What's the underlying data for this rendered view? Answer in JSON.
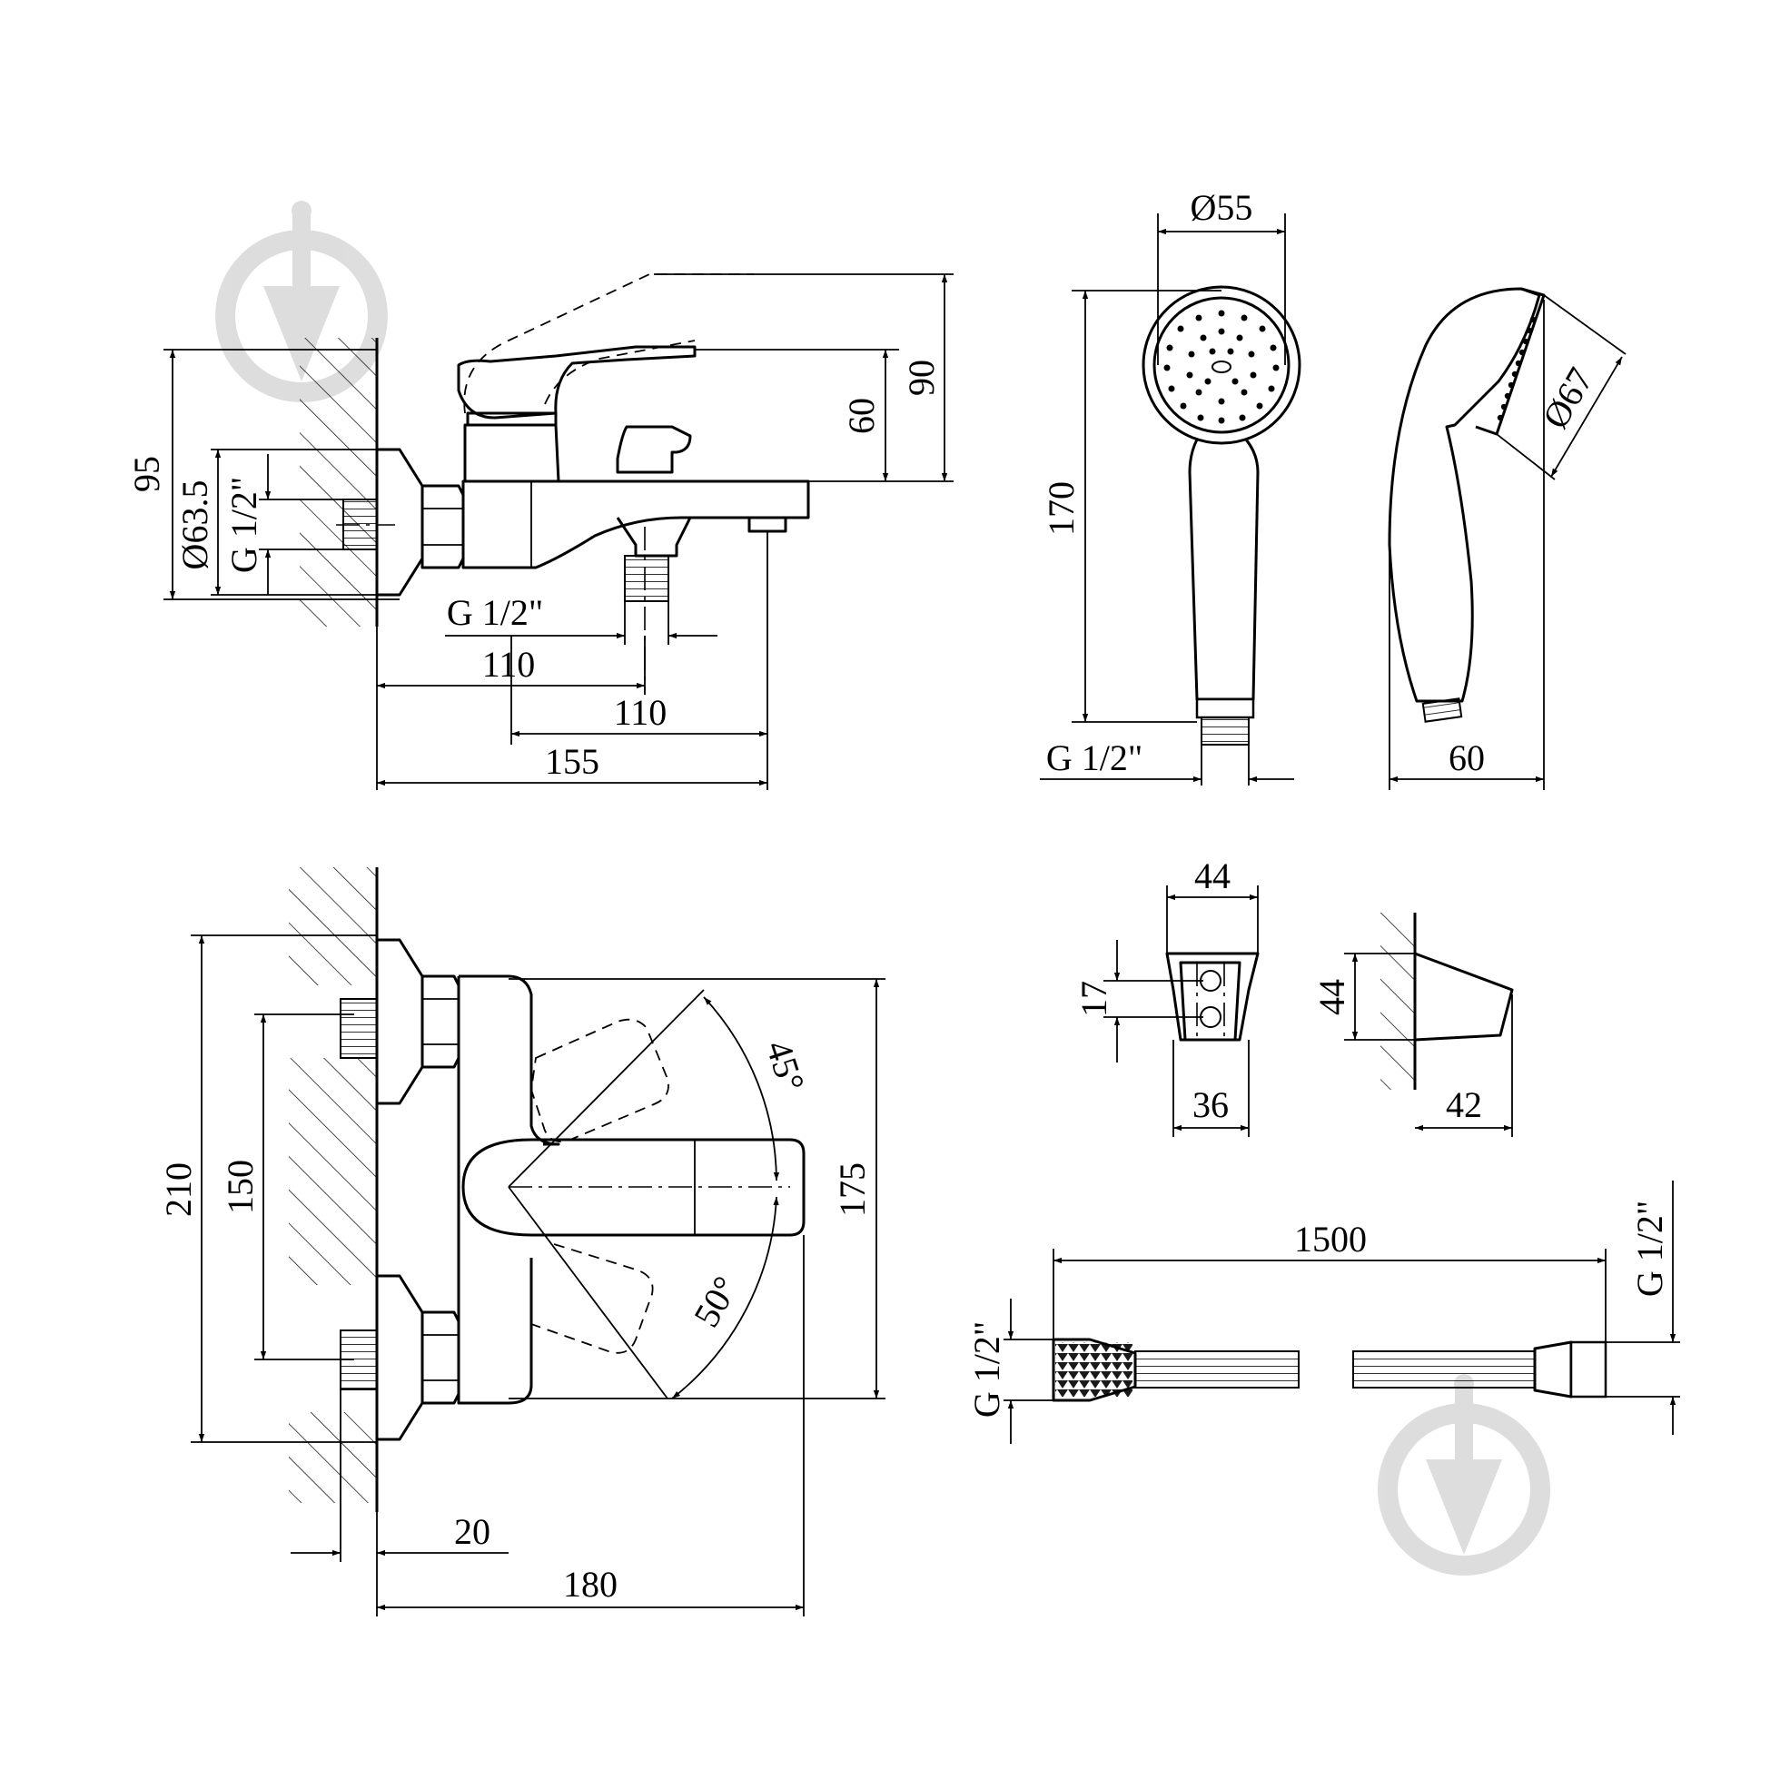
{
  "side_view": {
    "dim_95": "95",
    "dim_d63": "Ø63.5",
    "dim_thread_left": "G 1/2\"",
    "dim_60": "60",
    "dim_90": "90",
    "dim_thread_bottom": "G 1/2\"",
    "dim_110_a": "110",
    "dim_110_b": "110",
    "dim_155": "155"
  },
  "hand_shower_front": {
    "dim_d55": "Ø55",
    "dim_170": "170",
    "dim_thread": "G 1/2\""
  },
  "hand_shower_side": {
    "dim_d67": "Ø67",
    "dim_60": "60"
  },
  "top_view": {
    "dim_210": "210",
    "dim_150": "150",
    "dim_175": "175",
    "angle_45": "45°",
    "angle_50": "50°",
    "dim_20": "20",
    "dim_180": "180"
  },
  "holder": {
    "dim_44_top": "44",
    "dim_17": "17",
    "dim_36": "36",
    "dim_44_side": "44",
    "dim_42": "42"
  },
  "hose": {
    "dim_1500": "1500",
    "thread_left": "G 1/2\"",
    "thread_right": "G 1/2\""
  },
  "watermark_icon": "drop-logo-icon"
}
